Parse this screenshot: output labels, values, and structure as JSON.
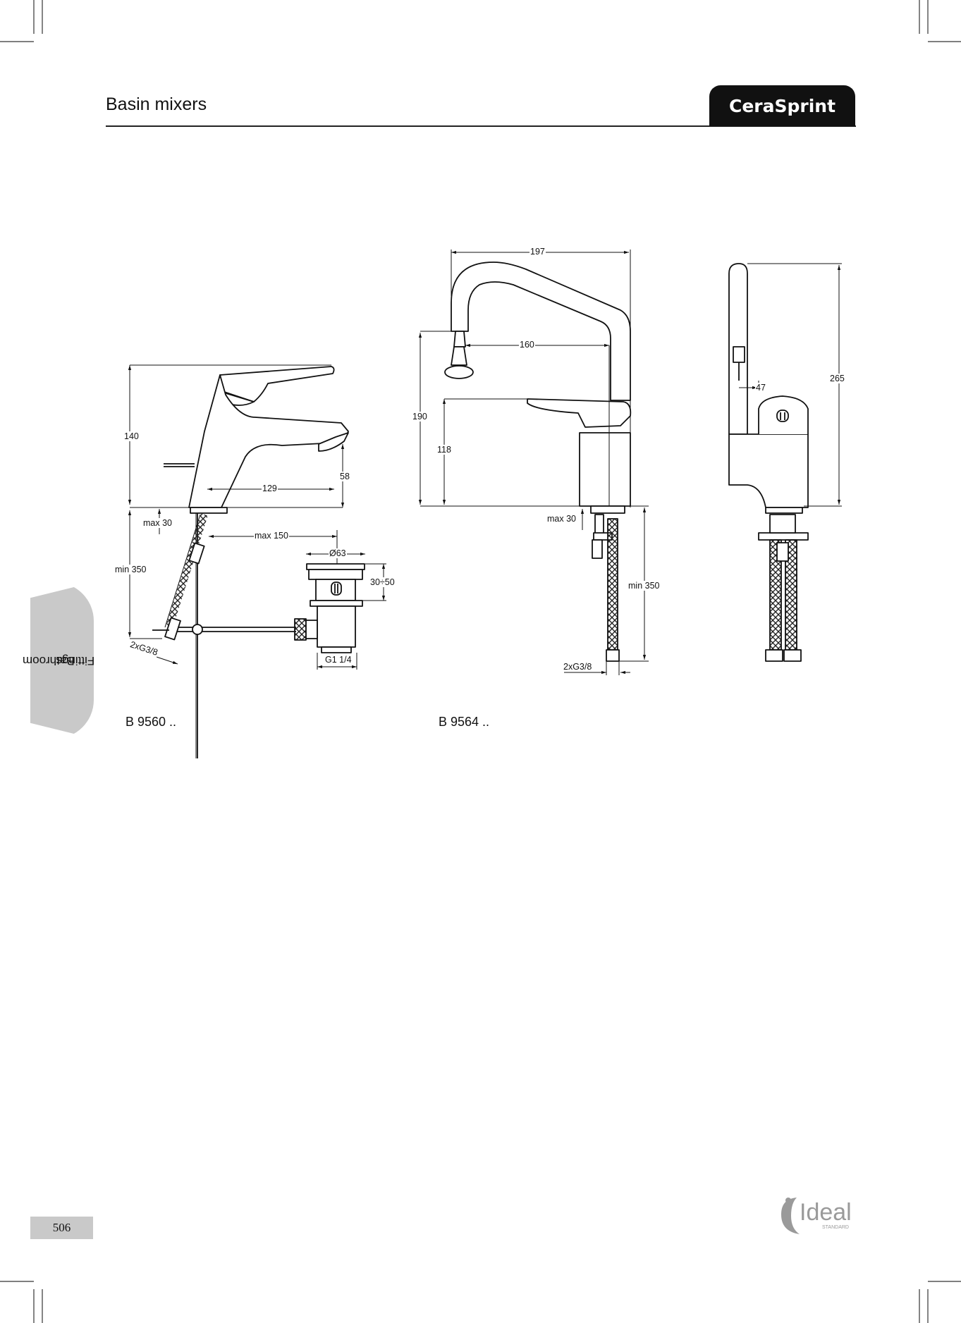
{
  "header": {
    "title": "Basin mixers",
    "brand": "CeraSprint"
  },
  "side_tab": {
    "line1": "Bathroom",
    "line2": "Fittings"
  },
  "page_number": "506",
  "logo": {
    "word": "Ideal",
    "sub": "STANDARD"
  },
  "drawing1": {
    "model": "B 9560 ..",
    "dims": {
      "height": "140",
      "spout": "129",
      "outlet": "58",
      "max30": "max 30",
      "min350": "min 350",
      "max150": "max 150",
      "d63": "Ø63",
      "range": "30÷50",
      "g114": "G1 1/4",
      "g38": "2xG3/8"
    }
  },
  "drawing2": {
    "model": "B 9564 ..",
    "dims": {
      "width": "197",
      "reach": "160",
      "height190": "190",
      "height118": "118",
      "max30": "max 30",
      "min350": "min 350",
      "g38": "2xG3/8",
      "height265": "265",
      "d47": "47"
    }
  }
}
